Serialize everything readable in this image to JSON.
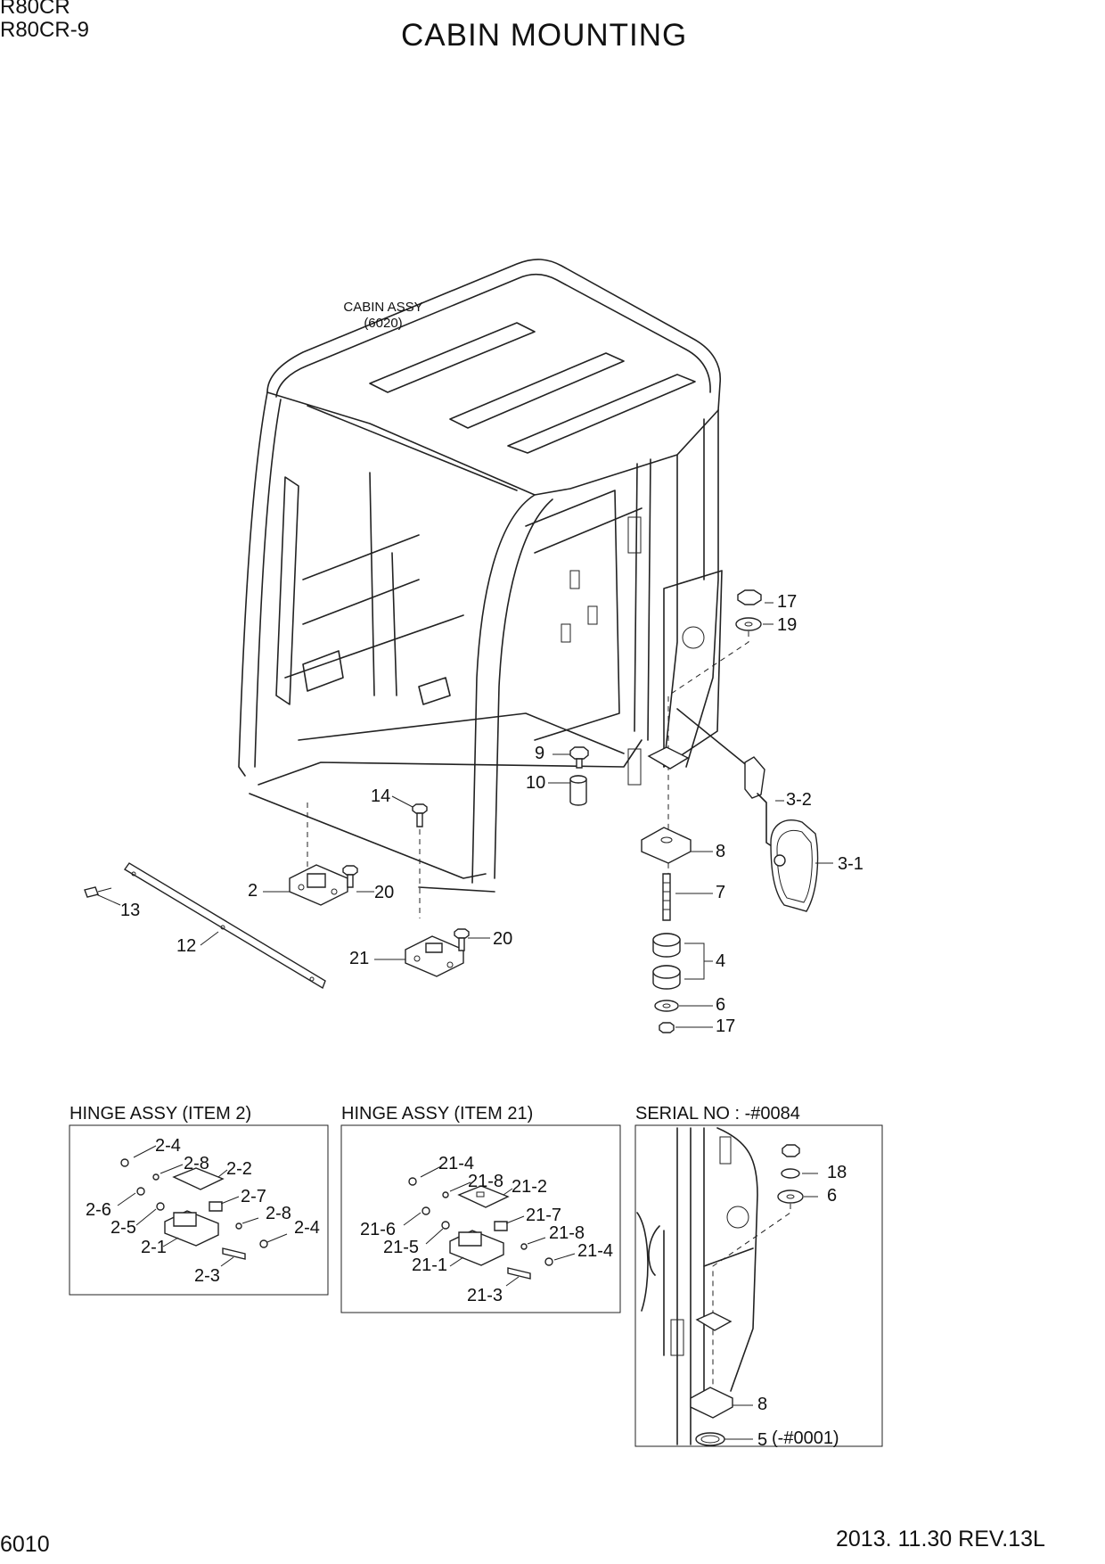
{
  "header": {
    "models": [
      "R80CR",
      "R80CR-9"
    ],
    "title": "CABIN MOUNTING"
  },
  "main": {
    "cabin_label": "CABIN ASSY",
    "cabin_ref": "(6020)",
    "callouts": {
      "c17a": "17",
      "c19": "19",
      "c9": "9",
      "c10": "10",
      "c14": "14",
      "c3_2": "3-2",
      "c3_1": "3-1",
      "c8": "8",
      "c7": "7",
      "c4": "4",
      "c6": "6",
      "c17b": "17",
      "c2": "2",
      "c20a": "20",
      "c13": "13",
      "c12": "12",
      "c21": "21",
      "c20b": "20"
    }
  },
  "detail_boxes": [
    {
      "title": "HINGE ASSY (ITEM 2)",
      "labels": [
        "2-4",
        "2-8",
        "2-2",
        "2-7",
        "2-8",
        "2-6",
        "2-5",
        "2-4",
        "2-1",
        "2-3"
      ]
    },
    {
      "title": "HINGE ASSY (ITEM 21)",
      "labels": [
        "21-4",
        "21-8",
        "21-2",
        "21-7",
        "21-6",
        "21-8",
        "21-5",
        "21-4",
        "21-1",
        "21-3"
      ]
    },
    {
      "title": "SERIAL NO : -#0084",
      "labels": [
        "18",
        "6",
        "8",
        "5",
        "(-#0001)"
      ]
    }
  ],
  "footer": {
    "page": "6010",
    "date_rev": "2013. 11.30  REV.13L"
  }
}
